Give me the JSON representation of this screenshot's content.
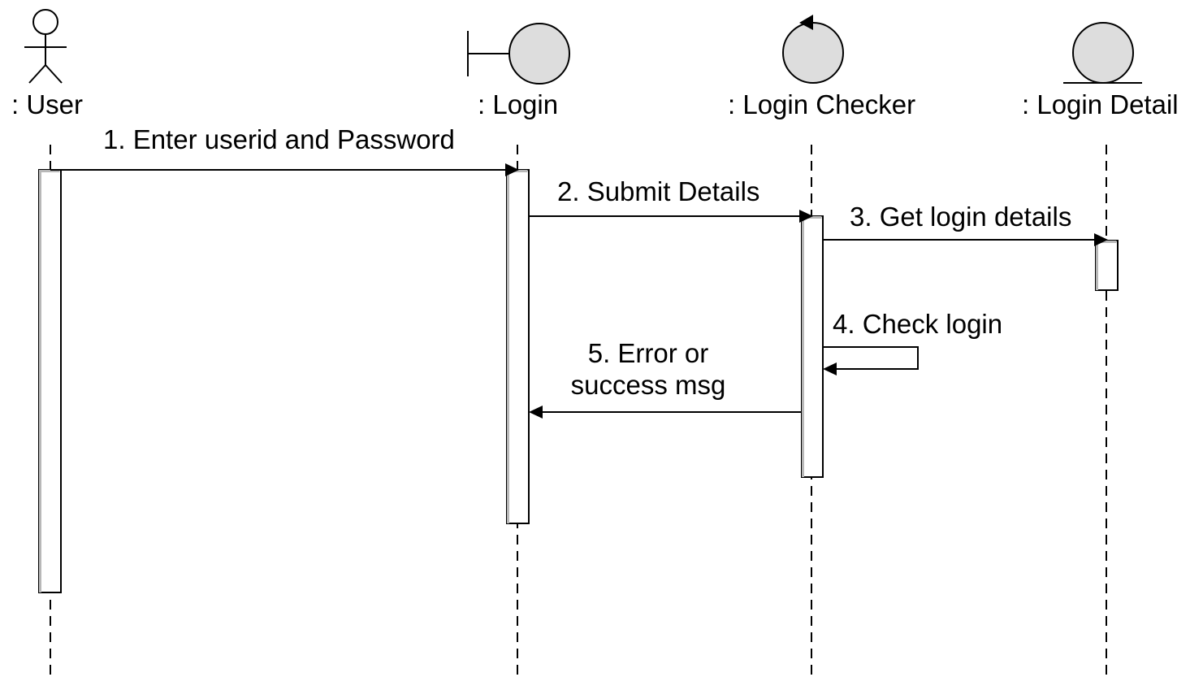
{
  "diagram": {
    "participants": [
      {
        "id": "user",
        "label": ": User",
        "kind": "actor"
      },
      {
        "id": "login",
        "label": ": Login",
        "kind": "boundary"
      },
      {
        "id": "checker",
        "label": ": Login Checker",
        "kind": "control"
      },
      {
        "id": "detail",
        "label": ": Login Detail",
        "kind": "entity"
      }
    ],
    "messages": [
      {
        "id": "m1",
        "from": "user",
        "to": "login",
        "label": "1. Enter userid and Password"
      },
      {
        "id": "m2",
        "from": "login",
        "to": "checker",
        "label": "2. Submit Details"
      },
      {
        "id": "m3",
        "from": "checker",
        "to": "detail",
        "label": "3. Get login details"
      },
      {
        "id": "m4",
        "from": "checker",
        "to": "checker",
        "label": "4. Check login"
      },
      {
        "id": "m5",
        "from": "checker",
        "to": "login",
        "label_lines": [
          "5. Error or",
          "success msg"
        ]
      }
    ],
    "colors": {
      "line": "#000000",
      "shape_fill": "#dddddd",
      "activation_shade": "#b8b8b8",
      "background": "#ffffff"
    }
  }
}
